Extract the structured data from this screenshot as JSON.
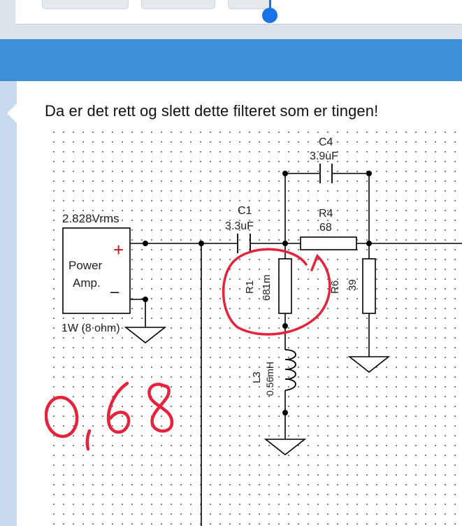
{
  "message": {
    "text": "Da er det rett og slett dette filteret som er tingen!"
  },
  "schematic": {
    "source_label": "2.828Vrms",
    "amp_label_1": "Power",
    "amp_label_2": "Amp.",
    "plus_sign": "+",
    "minus_sign": "–",
    "load_label": "1W (8 ohm)",
    "c1_name": "C1",
    "c1_value": "3.3uF",
    "c4_name": "C4",
    "c4_value": "3.9uF",
    "r4_name": "R4",
    "r4_value": "68",
    "r1_name": "R1",
    "r1_value": "681m",
    "r6_name": "R6",
    "r6_value": "39",
    "l3_name": "L3",
    "l3_value": "0.56mH"
  },
  "annotation": {
    "handwritten_value": "0,68",
    "ink_color": "#e8223a"
  },
  "colors": {
    "accent": "#3d8fd6",
    "scroll_handle": "#1a73e8"
  }
}
